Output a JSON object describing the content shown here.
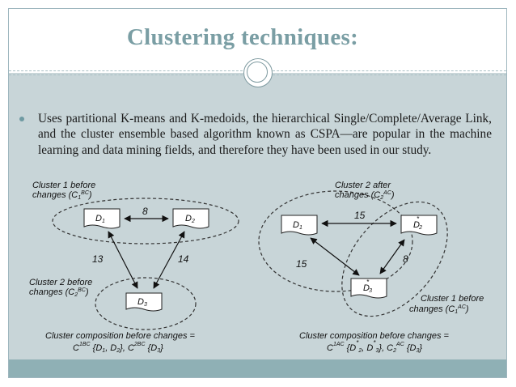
{
  "slide": {
    "title": "Clustering techniques:",
    "bullet": "Uses partitional K-means and K-medoids, the hierarchical Single/Complete/Average Link, and the cluster ensemble based algorithm known as CSPA—are popular in the machine learning and data mining fields, and therefore they have been used in our study."
  },
  "diagram": {
    "left": {
      "cluster1_label_line1": "Cluster 1 before",
      "cluster1_label_line2": "changes (C",
      "cluster1_sub": "1",
      "cluster1_sup": "BC",
      "cluster2_label_line1": "Cluster 2 before",
      "cluster2_label_line2": "changes (C",
      "cluster2_sub": "2",
      "cluster2_sup": "BC",
      "node_d1": "D",
      "node_d1_sub": "1",
      "node_d2": "D",
      "node_d2_sub": "2",
      "node_d3": "D",
      "node_d3_sub": "3",
      "edge_d1_d2": "8",
      "edge_d1_d3": "13",
      "edge_d2_d3": "14",
      "caption_line1": "Cluster composition before changes =",
      "caption_line2": "C1BC {D1, D2}, C2BC {D3}"
    },
    "right": {
      "cluster2_label_line1": "Cluster 2 after",
      "cluster2_label_line2": "changes (C",
      "cluster2_sub": "2",
      "cluster2_sup": "AC",
      "cluster1_label_line1": "Cluster 1 before",
      "cluster1_label_line2": "changes (C",
      "cluster1_sub": "1",
      "cluster1_sup": "AC",
      "node_d1": "D",
      "node_d1_sub": "1",
      "node_d2": "D",
      "node_d2_sub": "2",
      "node_d3": "D",
      "node_d3_sub": "3",
      "edge_d1_d2": "15",
      "edge_d1_d3": "15",
      "edge_d2_d3": "8",
      "caption_line1": "Cluster composition before changes =",
      "caption_line2": "C1AC {D*2, D*3}, C2AC {D3}"
    }
  },
  "colors": {
    "title": "#7a9ea4",
    "band": "#c8d5d8",
    "bottom_bar": "#8fb0b5",
    "bullet": "#6f9aa2"
  }
}
